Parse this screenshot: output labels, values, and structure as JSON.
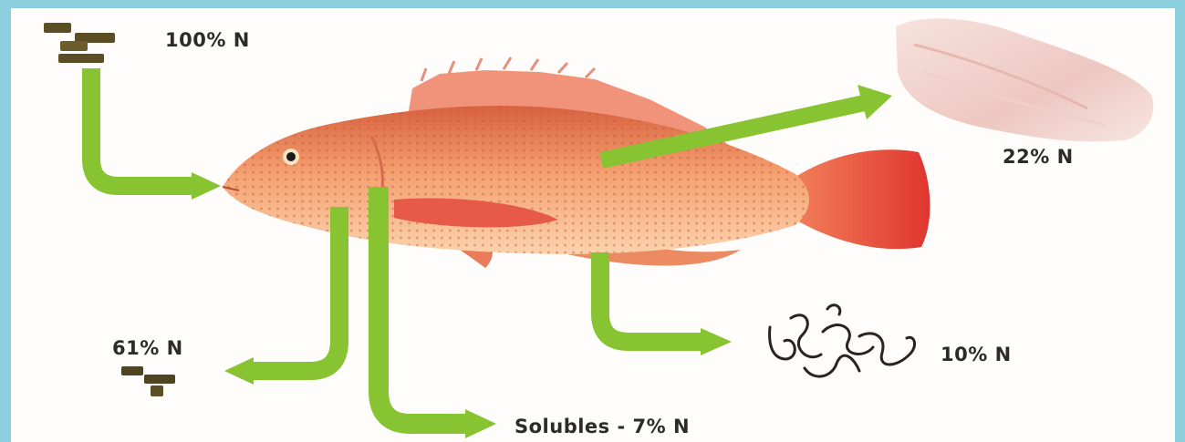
{
  "labels": {
    "feed_input": "100% N",
    "fillet": "22% N",
    "feces": "10% N",
    "uneaten_feed": "61% N",
    "solubles": "Solubles - 7% N"
  },
  "colors": {
    "arrow_green": "#88c332",
    "frame_border": "#8ecfdf",
    "pellet": "#5c4e24",
    "fish_body": "#f19a66",
    "fish_fins": "#e2493c",
    "fillet": "#f3d7d2",
    "feces": "#2a2420",
    "text": "#2b2b2b"
  },
  "icons": [
    "feed-pellets-icon",
    "fish-illustration",
    "fish-fillet-icon",
    "feces-icon",
    "uneaten-pellets-icon"
  ]
}
